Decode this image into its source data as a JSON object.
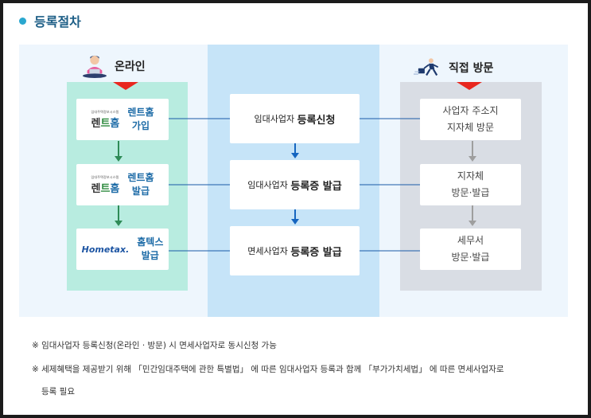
{
  "title": "등록절차",
  "online": {
    "heading": "온라인",
    "steps": [
      {
        "logo_small": "임대주택정보시스템",
        "logo_main_a": "렌",
        "logo_main_b": "트",
        "logo_main_c": "홈",
        "label_1": "렌트홈",
        "label_2": "가입"
      },
      {
        "logo_small": "임대주택정보시스템",
        "logo_main_a": "렌",
        "logo_main_b": "트",
        "logo_main_c": "홈",
        "label_1": "렌트홈",
        "label_2": "발급"
      },
      {
        "logo_main": "Hometax.",
        "label_1": "홈텍스",
        "label_2": "발급"
      }
    ]
  },
  "center": {
    "steps": [
      {
        "prefix": "임대사업자",
        "bold": "등록신청"
      },
      {
        "prefix": "임대사업자",
        "bold": "등록증 발급"
      },
      {
        "prefix": "면세사업자",
        "bold": "등록증 발급"
      }
    ]
  },
  "visit": {
    "heading": "직접 방문",
    "steps": [
      {
        "line_1": "사업자 주소지",
        "line_2": "지자체 방문"
      },
      {
        "line_1": "지자체",
        "line_2": "방문·발급"
      },
      {
        "line_1": "세무서",
        "line_2": "방문·발급"
      }
    ]
  },
  "notes": [
    "※ 임대사업자 등록신청(온라인 · 방문) 시 면세사업자로 동시신청 가능",
    "※ 세제혜택을 제공받기 위해 「민간임대주택에 관한 특별법」 에 따른 임대사업자 등록과 함께 「부가가치세법」 에 따른 면세사업자로",
    "등록 필요"
  ],
  "colors": {
    "title": "#1d5e86",
    "accent_dot": "#2aa7cf",
    "online_bg": "#b8ece0",
    "center_bg": "#c6e4f8",
    "visit_bg": "#d9dde4",
    "arrow_green": "#2e8b57",
    "arrow_blue": "#1565c0",
    "arrow_gray": "#9e9e9e",
    "connector": "#1a5aa8",
    "red_marker": "#e8271f"
  }
}
